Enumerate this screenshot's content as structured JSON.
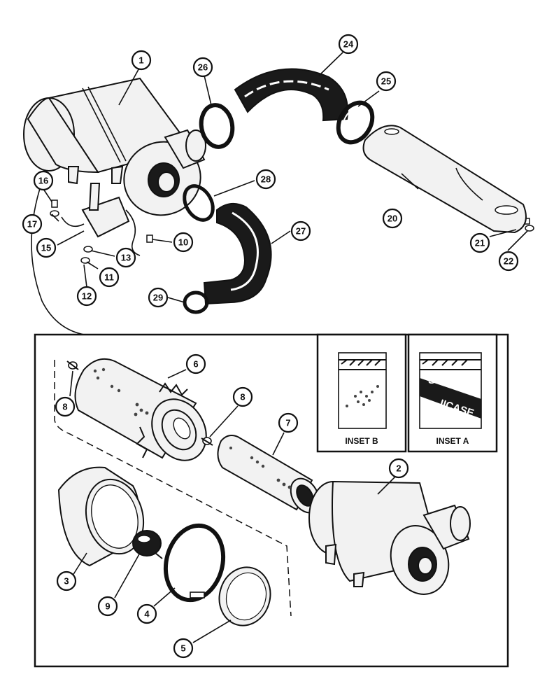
{
  "callouts": {
    "c1": "1",
    "c2": "2",
    "c3": "3",
    "c4": "4",
    "c5": "5",
    "c6": "6",
    "c7": "7",
    "c8a": "8",
    "c8b": "8",
    "c9": "9",
    "c10": "10",
    "c11": "11",
    "c12": "12",
    "c13": "13",
    "c15": "15",
    "c16": "16",
    "c17": "17",
    "c20": "20",
    "c21": "21",
    "c22": "22",
    "c24": "24",
    "c25": "25",
    "c26": "26",
    "c27": "27",
    "c28": "28",
    "c29": "29"
  },
  "insets": {
    "b_label": "INSET B",
    "a_label": "INSET A",
    "a_decal_text_1": "SE",
    "a_decal_text_2": "IICASE"
  }
}
